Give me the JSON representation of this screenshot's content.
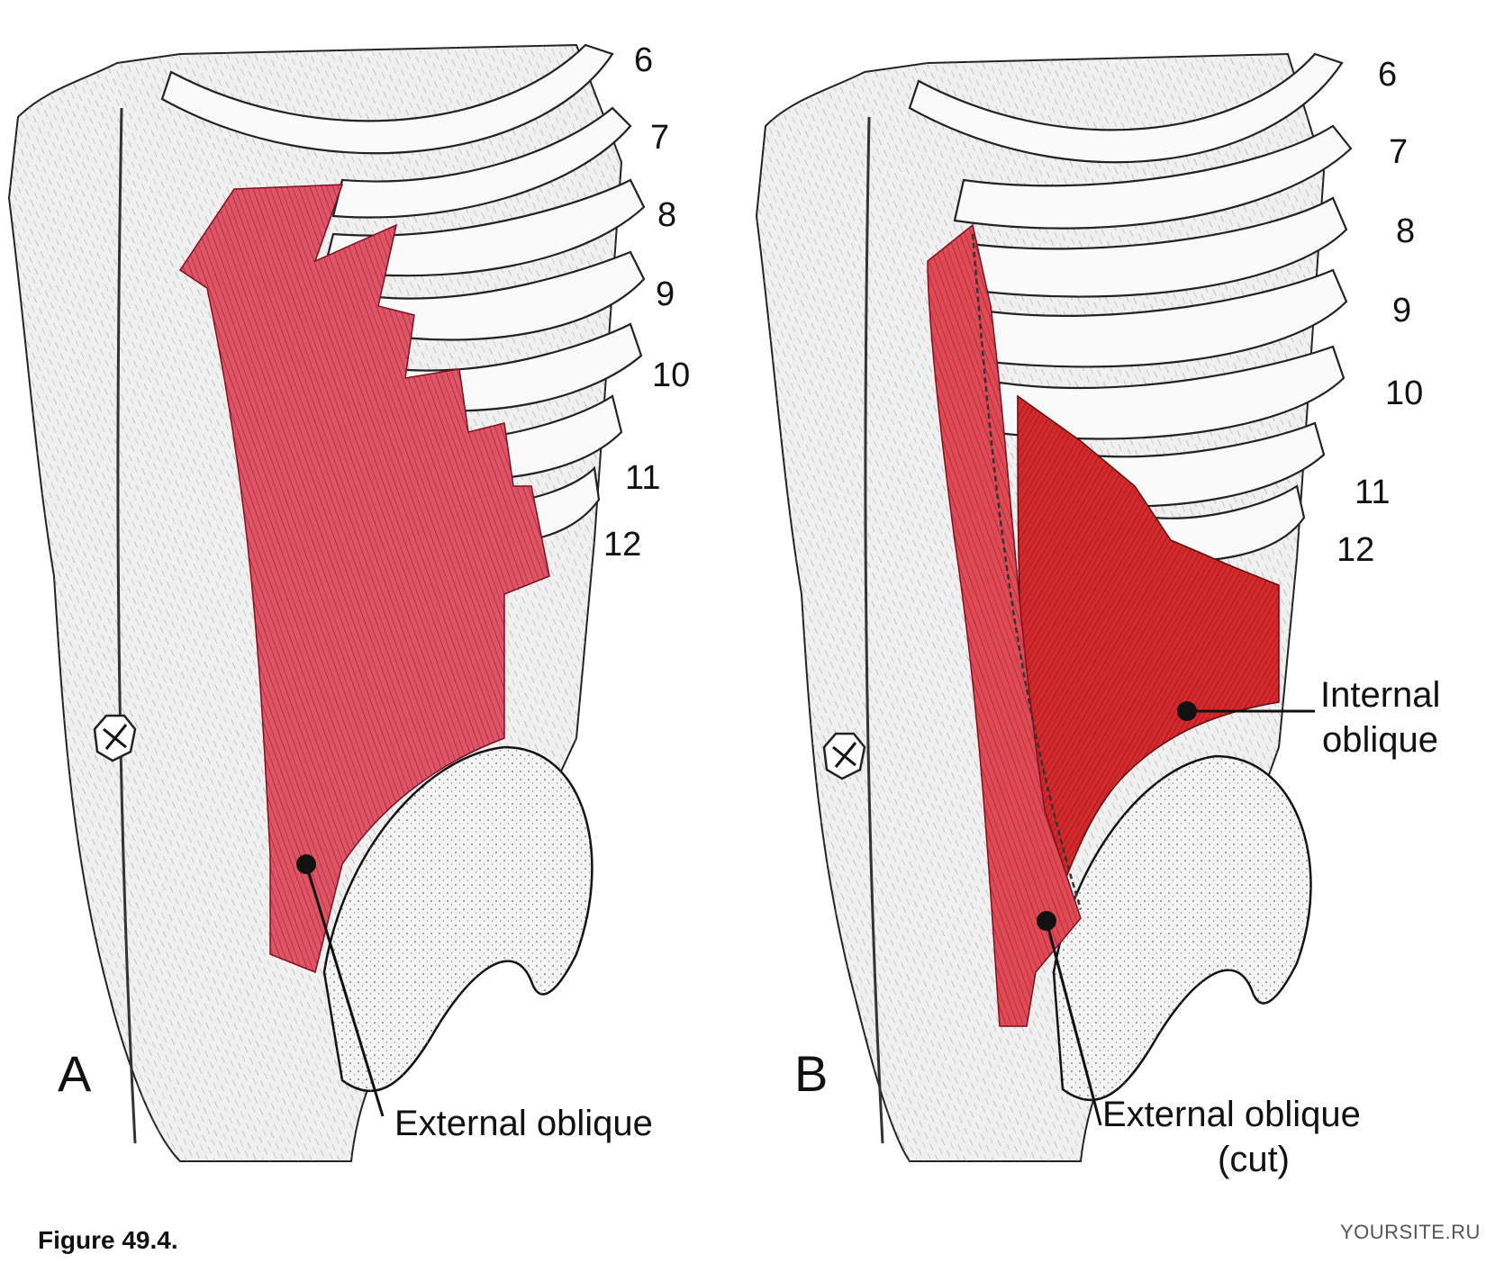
{
  "panels": [
    {
      "letter": "A",
      "rib_numbers": [
        "6",
        "7",
        "8",
        "9",
        "10",
        "11",
        "12"
      ],
      "labels": {
        "external_oblique": "External oblique"
      }
    },
    {
      "letter": "B",
      "rib_numbers": [
        "6",
        "7",
        "8",
        "9",
        "10",
        "11",
        "12"
      ],
      "labels": {
        "internal_oblique_line1": "Internal",
        "internal_oblique_line2": "oblique",
        "external_oblique_cut_line1": "External oblique",
        "external_oblique_cut_line2": "(cut)"
      }
    }
  ],
  "caption": "Figure 49.4.",
  "watermark": "YOURSITE.RU",
  "colors": {
    "muscle_a": "#e05566",
    "muscle_b": "#d42a2e",
    "muscle_b_cut": "#e04a55",
    "bone_outline": "#222222",
    "tissue": "#ececec"
  }
}
